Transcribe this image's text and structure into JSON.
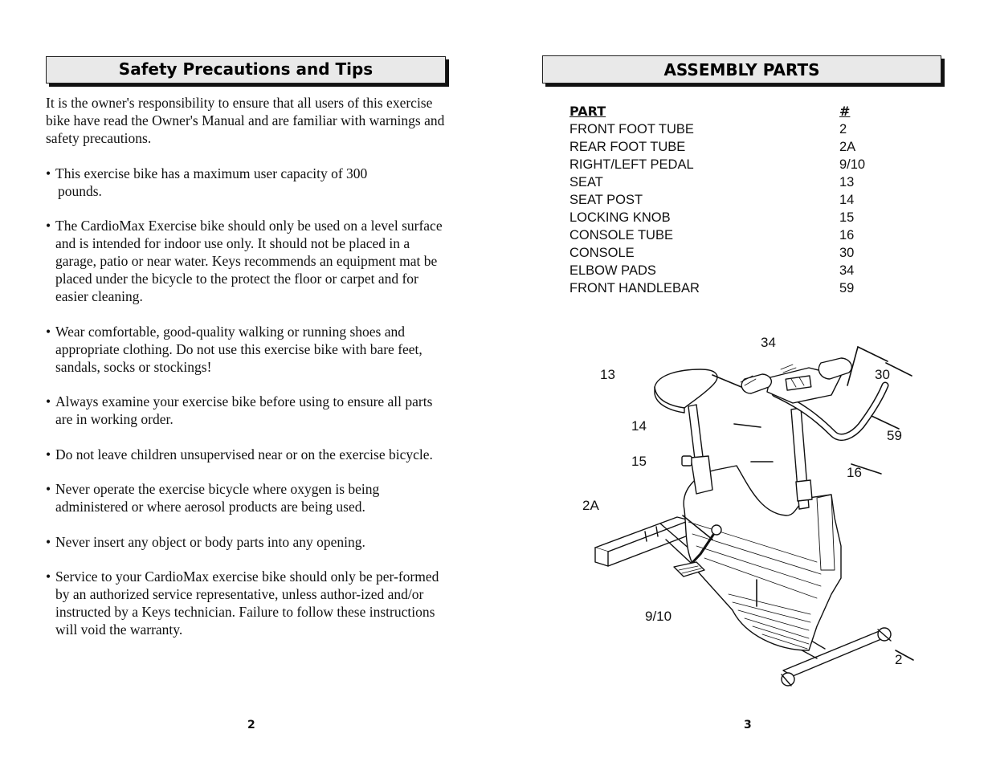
{
  "left_page": {
    "heading": "Safety Precautions and Tips",
    "intro": "It is the owner's responsibility to ensure that all users of this exercise bike have read the Owner's Manual and are familiar with warnings and safety precautions.",
    "bullets": [
      {
        "lead": "This exercise bike has a maximum user capacity of 300",
        "cont": "pounds."
      },
      {
        "text": "The CardioMax Exercise bike should only be used on a level surface and is intended for indoor use only. It should not be placed in a garage, patio or near water. Keys recommends an equipment mat be placed under the bicycle to the protect the floor or carpet and for easier cleaning."
      },
      {
        "text": "Wear comfortable, good-quality walking or running shoes and appropriate clothing. Do not use this exercise bike with bare feet, sandals, socks or stockings!"
      },
      {
        "text": "Always examine your exercise bike before using to ensure all parts are in working order."
      },
      {
        "text": "Do not leave children unsupervised near or on the exercise bicycle."
      },
      {
        "text": "Never operate the exercise bicycle where oxygen is being administered or where aerosol products are being used."
      },
      {
        "text": "Never insert any object or body parts into any opening."
      },
      {
        "text": "Service to your CardioMax exercise bike should only be per-formed by an authorized service representative, unless author-ized and/or instructed by a Keys technician. Failure to follow these instructions will void the warranty."
      }
    ],
    "page_number": "2"
  },
  "right_page": {
    "heading": "ASSEMBLY PARTS",
    "table_header": {
      "part": "PART",
      "number": "#"
    },
    "parts": [
      {
        "name": "FRONT FOOT TUBE",
        "number": "2"
      },
      {
        "name": "REAR FOOT TUBE",
        "number": "2A"
      },
      {
        "name": "RIGHT/LEFT PEDAL",
        "number": "9/10"
      },
      {
        "name": "SEAT",
        "number": "13"
      },
      {
        "name": "SEAT POST",
        "number": "14"
      },
      {
        "name": "LOCKING KNOB",
        "number": "15"
      },
      {
        "name": "CONSOLE TUBE",
        "number": "16"
      },
      {
        "name": "CONSOLE",
        "number": "30"
      },
      {
        "name": "ELBOW PADS",
        "number": "34"
      },
      {
        "name": "FRONT HANDLEBAR",
        "number": "59"
      }
    ],
    "callouts": {
      "c34": "34",
      "c13": "13",
      "c30": "30",
      "c14": "14",
      "c59": "59",
      "c15": "15",
      "c16": "16",
      "c2A": "2A",
      "c910": "9/10",
      "c2": "2"
    },
    "page_number": "3"
  }
}
